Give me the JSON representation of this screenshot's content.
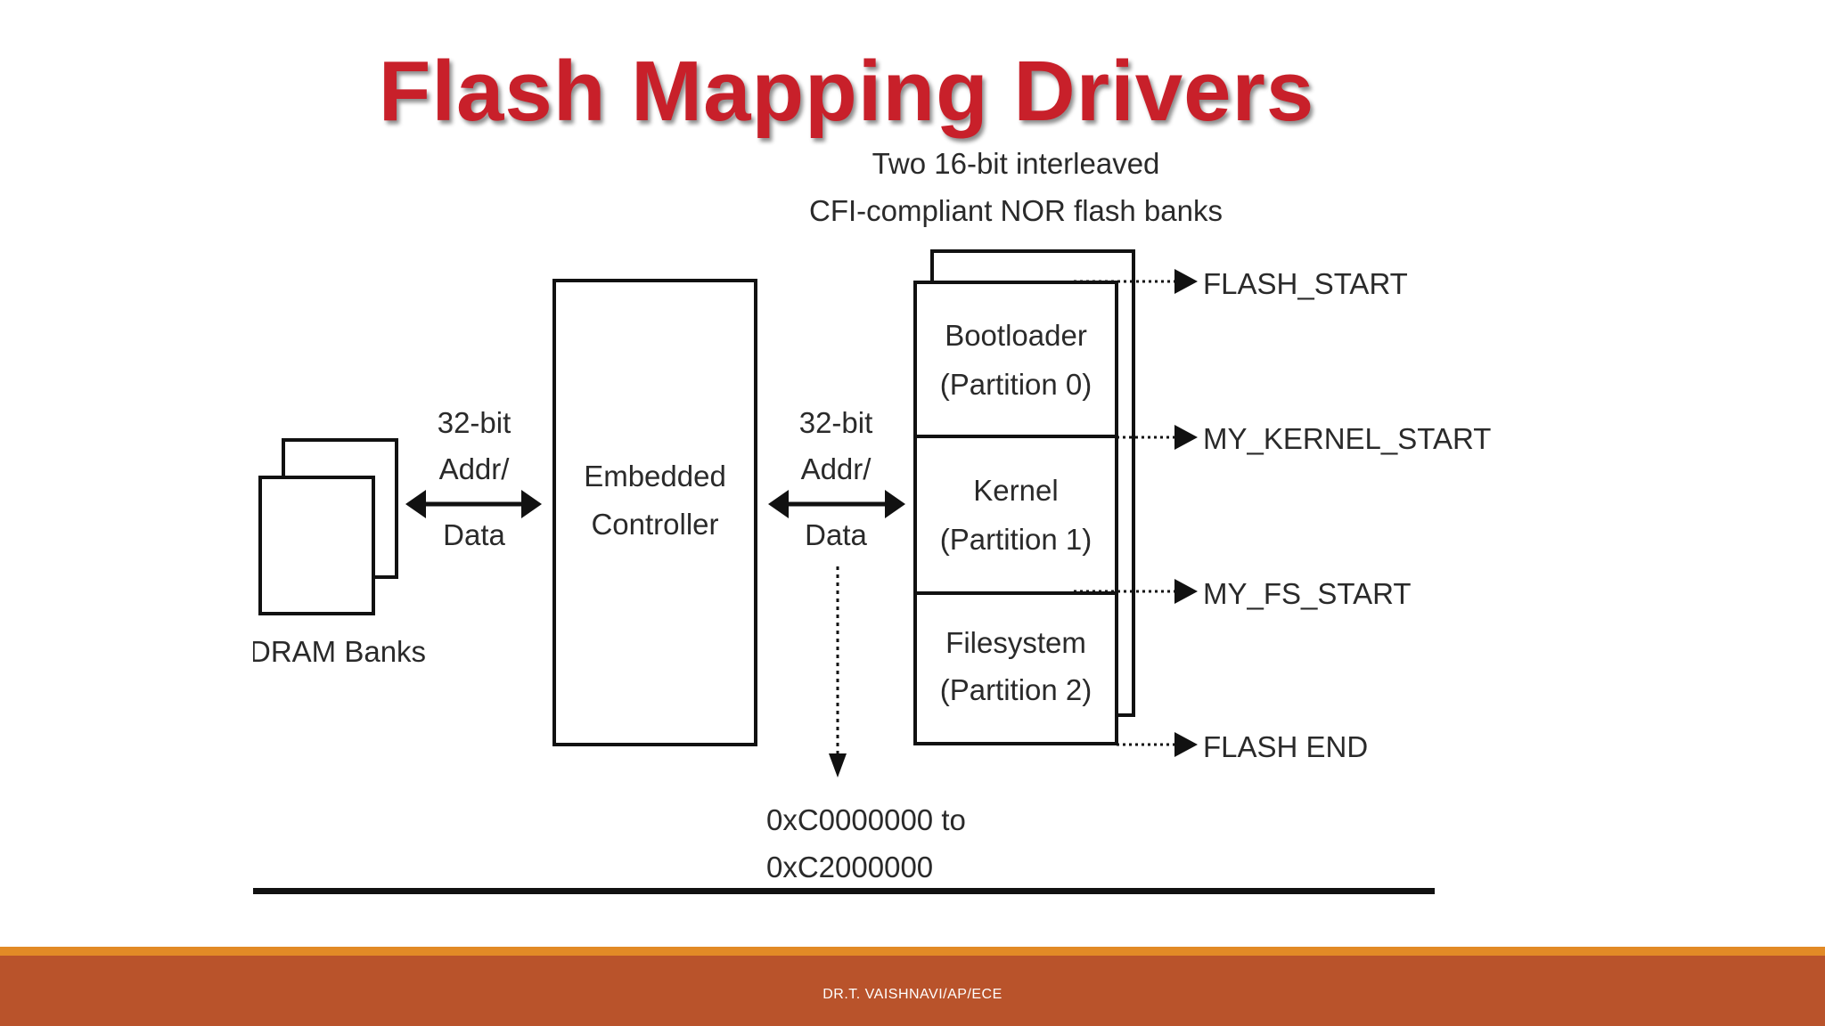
{
  "slide": {
    "title": "Flash Mapping Drivers",
    "footer": "DR.T. VAISHNAVI/AP/ECE"
  },
  "diagram": {
    "flash_caption_line1": "Two 16-bit interleaved",
    "flash_caption_line2": "CFI-compliant NOR flash banks",
    "dram_label": "DRAM Banks",
    "left_bus_line1": "32-bit",
    "left_bus_line2": "Addr/",
    "left_bus_line3": "Data",
    "controller_line1": "Embedded",
    "controller_line2": "Controller",
    "right_bus_line1": "32-bit",
    "right_bus_line2": "Addr/",
    "right_bus_line3": "Data",
    "partition0_line1": "Bootloader",
    "partition0_line2": "(Partition 0)",
    "partition1_line1": "Kernel",
    "partition1_line2": "(Partition 1)",
    "partition2_line1": "Filesystem",
    "partition2_line2": "(Partition 2)",
    "marker_flash_start": "FLASH_START",
    "marker_kernel_start": "MY_KERNEL_START",
    "marker_fs_start": "MY_FS_START",
    "marker_flash_end": "FLASH END",
    "address_range_line1": "0xC0000000 to",
    "address_range_line2": "0xC2000000"
  },
  "colors": {
    "title": "#c8202a",
    "footer_bar": "#b9532b",
    "footer_stripe": "#e28a26"
  }
}
